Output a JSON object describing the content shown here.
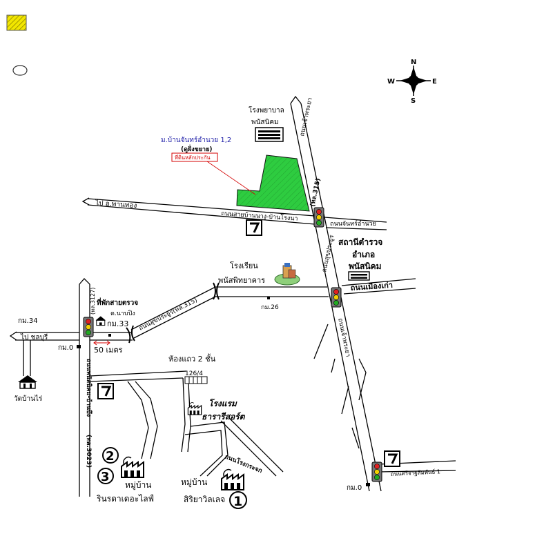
{
  "legend": {
    "hatch_swatch": {
      "color": "#f2e600",
      "stroke": "#555555"
    },
    "circle_swatch": {
      "stroke": "#333333"
    }
  },
  "compass": {
    "n": "N",
    "s": "S",
    "e": "E",
    "w": "W"
  },
  "colors": {
    "land_plot": "#2ecc40",
    "road": "#000000",
    "traffic_red": "#e02020",
    "traffic_yellow": "#f2d100",
    "traffic_green": "#22aa22",
    "marker_red": "#d40000",
    "label_blue": "#1a1aa6"
  },
  "labels": {
    "hospital_line1": "โรงพยาบาล",
    "hospital_line2": "พนัสนิคม",
    "village_plot_title": "ม.บ้านจันทร์อำนวย 1,2",
    "village_plot_sub": "(ดูฝั่งขยาย)",
    "collateral_tag": "ที่ดินหลักประกัน",
    "to_phan_thong": "ไป อ.พานทอง",
    "road_nong_bua": "ถนนสายบ้านนางู-บ้านโรงนา",
    "road_chan_amnuay": "ถนนจันทร์อำนวย",
    "road_315_vertical": "(ทล.315)",
    "road_chao_phraya": "ถนนเจ้าพระยา",
    "road_sukprayoon": "ถนนสุขประยูร",
    "road_old_city": "ถนนเมืองเก่า",
    "police_line1": "สถานีตำรวจ",
    "police_line2": "อำเภอ",
    "police_line3": "พนัสนิคม",
    "school_line1": "โรงเรียน",
    "school_line2": "พนัสพิทยาคาร",
    "km26": "กม.26",
    "road_sukprayoon_diag": "ถนนสุขประยูร(ทล.315)",
    "road_3127_top": "(ทล.3127)",
    "checkpoint_line1": "ที่พักสายตรวจ",
    "checkpoint_line2": "ต.นาบปิง",
    "km33": "กม.33",
    "km34": "กม.34",
    "to_chonburi": "ไป ชลบุรี",
    "km0_left": "กม.0",
    "fifty_m": "50 เมตร",
    "row_house": "ห้องแถว 2 ชั้น",
    "house_no": "126/4",
    "temple": "วัดบ้านไร่",
    "road_ban_bueng": "ถนนพนัสนิคม-บ้านบึง",
    "road_3023": "(ทล.3023)",
    "road_chao_phraya_lower": "ถนนเจ้าพระยา",
    "hotel_line1": "โรงแรม",
    "hotel_line2": "ธารารีสอร์ต",
    "road_rong_krachak": "ถนนโรงกระจก",
    "village_left_line1": "หมู่บ้าน",
    "village_left_line2": "รินรดาเดอะไลฟ์",
    "village_right_line1": "หมู่บ้าน",
    "village_right_line2": "สิริยาวิลเลจ",
    "num1": "1",
    "num2": "2",
    "num3": "3",
    "km0_right": "กม.0",
    "road_srijarat": "ถนนศรีจาฐสัมพันธ์ 1"
  }
}
